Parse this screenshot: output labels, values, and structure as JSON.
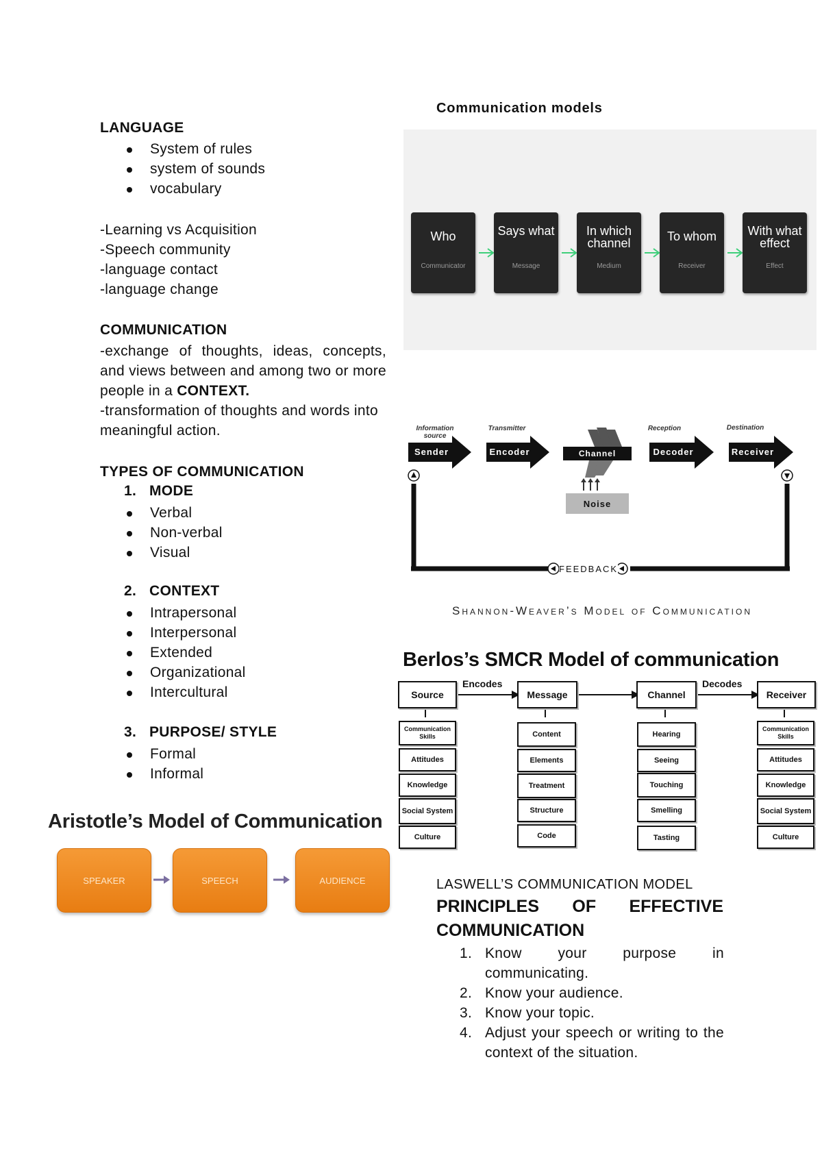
{
  "language": {
    "heading": "LANGUAGE",
    "bullets": [
      "System of rules",
      "system of sounds",
      "vocabulary"
    ],
    "items": [
      "-Learning vs  Acquisition",
      "-Speech community",
      "-language contact",
      "-language change"
    ]
  },
  "communication": {
    "heading": "COMMUNICATION",
    "def1_pre": "-exchange of thoughts, ideas, concepts, and views between and among two or more people in a ",
    "def1_bold": "CONTEXT.",
    "def2": "-transformation of thoughts and words into meaningful action."
  },
  "types": {
    "heading": "TYPES OF COMMUNICATION",
    "groups": [
      {
        "num": "1.",
        "title": "MODE",
        "items": [
          "Verbal",
          "Non-verbal",
          "Visual"
        ]
      },
      {
        "num": "2.",
        "title": "CONTEXT",
        "items": [
          "Intrapersonal",
          "Interpersonal",
          "Extended",
          "Organizational",
          "Intercultural"
        ]
      },
      {
        "num": "3.",
        "title": "PURPOSE/ STYLE",
        "items": [
          "Formal",
          "Informal"
        ]
      }
    ]
  },
  "models_heading": "Communication models",
  "laswell": {
    "cards": [
      {
        "title": "Who",
        "sub": "Communicator"
      },
      {
        "title": "Says what",
        "sub": "Message"
      },
      {
        "title": "In which channel",
        "sub": "Medium"
      },
      {
        "title": "To whom",
        "sub": "Receiver"
      },
      {
        "title": "With what effect",
        "sub": "Effect"
      }
    ],
    "caption": "LASWELL’S COMMUNICATION MODEL"
  },
  "shannon": {
    "top_labels": [
      "Information source",
      "Transmitter",
      "Reception",
      "Destination"
    ],
    "stages": [
      "Sender",
      "Encoder",
      "Channel",
      "Decoder",
      "Receiver"
    ],
    "noise": "Noise",
    "feedback": "FEEDBACK",
    "caption": "Shannon-Weaver’s Model of Communication"
  },
  "berlo": {
    "title": "Berlos’s SMCR Model of communication",
    "encodes": "Encodes",
    "decodes": "Decodes",
    "heads": [
      "Source",
      "Message",
      "Channel",
      "Receiver"
    ],
    "source_items": [
      "Communication Skills",
      "Attitudes",
      "Knowledge",
      "Social System",
      "Culture"
    ],
    "message_items": [
      "Content",
      "Elements",
      "Treatment",
      "Structure",
      "Code"
    ],
    "channel_items": [
      "Hearing",
      "Seeing",
      "Touching",
      "Smelling",
      "Tasting"
    ],
    "receiver_items": [
      "Communication Skills",
      "Attitudes",
      "Knowledge",
      "Social System",
      "Culture"
    ]
  },
  "aristotle": {
    "title": "Aristotle’s Model of Communication",
    "boxes": [
      "SPEAKER",
      "SPEECH",
      "AUDIENCE"
    ]
  },
  "principles": {
    "heading": "PRINCIPLES OF EFFECTIVE COMMUNICATION",
    "items": [
      {
        "num": "1.",
        "text": "Know your purpose in communicating."
      },
      {
        "num": "2.",
        "text": " Know your audience."
      },
      {
        "num": "3.",
        "text": "Know your topic."
      },
      {
        "num": "4.",
        "text": "Adjust your speech or writing to the context of the situation."
      }
    ]
  }
}
